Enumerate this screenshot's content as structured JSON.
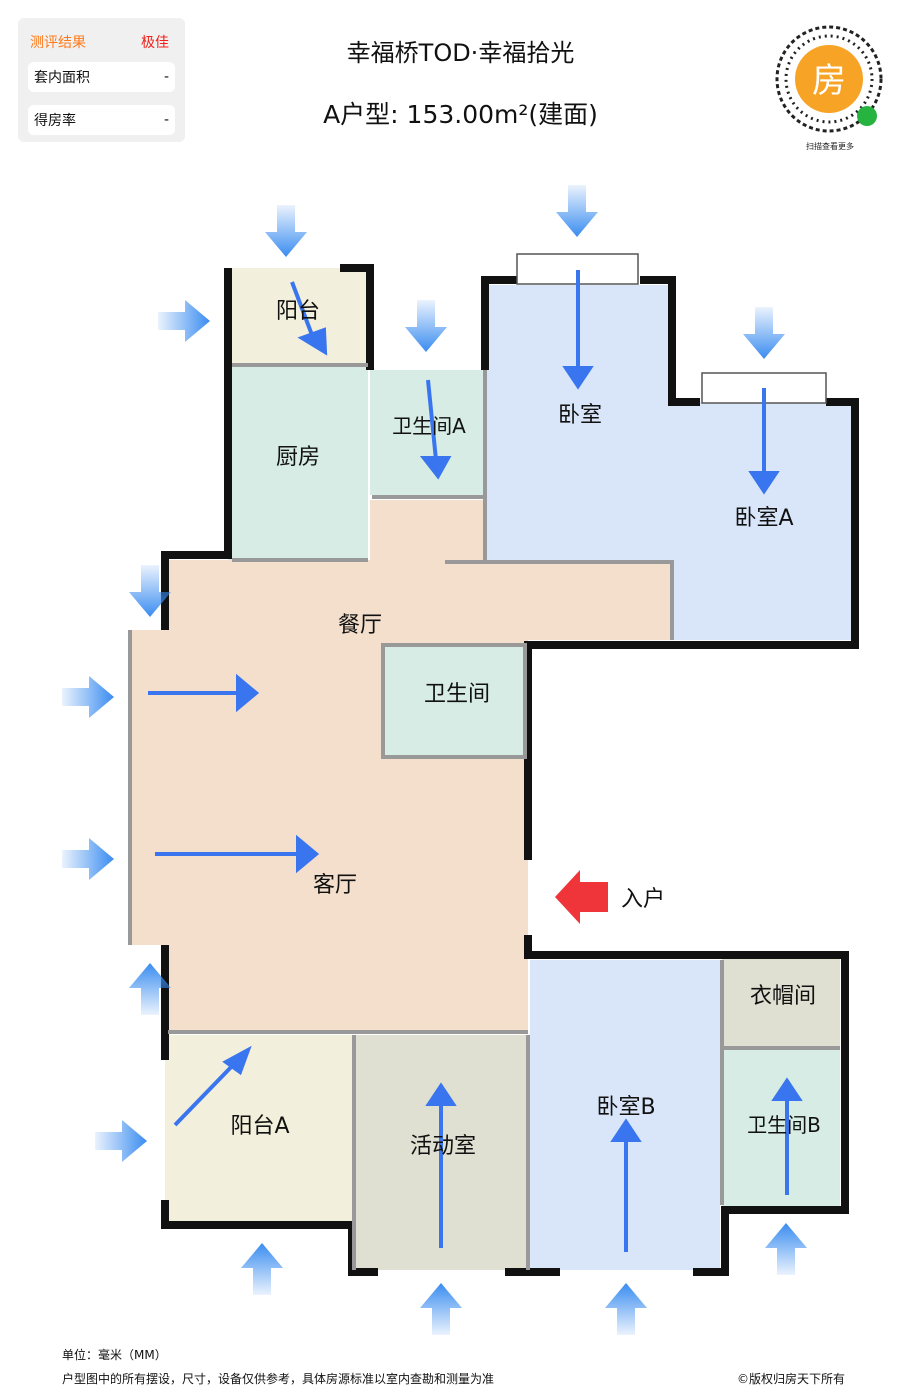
{
  "card": {
    "header_label": "测评结果",
    "header_value": "极佳",
    "rows": [
      {
        "label": "套内面积",
        "value": "-"
      },
      {
        "label": "得房率",
        "value": "-"
      }
    ]
  },
  "title": "幸福桥TOD·幸福拾光",
  "subtitle": "A户型: 153.00m²(建面)",
  "qr": {
    "center_char": "房",
    "caption": "扫描查看更多"
  },
  "rooms": {
    "balcony": "阳台",
    "kitchen": "厨房",
    "bath_a": "卫生间A",
    "bedroom": "卧室",
    "bedroom_a": "卧室A",
    "dining": "餐厅",
    "bath": "卫生间",
    "living": "客厅",
    "entry": "入户",
    "wardrobe": "衣帽间",
    "balcony_a": "阳台A",
    "activity": "活动室",
    "bedroom_b": "卧室B",
    "bath_b": "卫生间B"
  },
  "colors": {
    "arrow": "#3a75f0",
    "entry_arrow": "#f0353a",
    "peach": "#f3dfcc",
    "blue_room": "#d9e6fa",
    "green_room": "#d6ece4",
    "yellow_room": "#f2f0dc",
    "grey_room": "#e0e0d2"
  },
  "footer": {
    "unit": "单位：毫米（MM）",
    "disclaimer": "户型图中的所有摆设，尺寸，设备仅供参考，具体房源标准以室内查勘和测量为准",
    "copyright": "©版权归房天下所有"
  }
}
